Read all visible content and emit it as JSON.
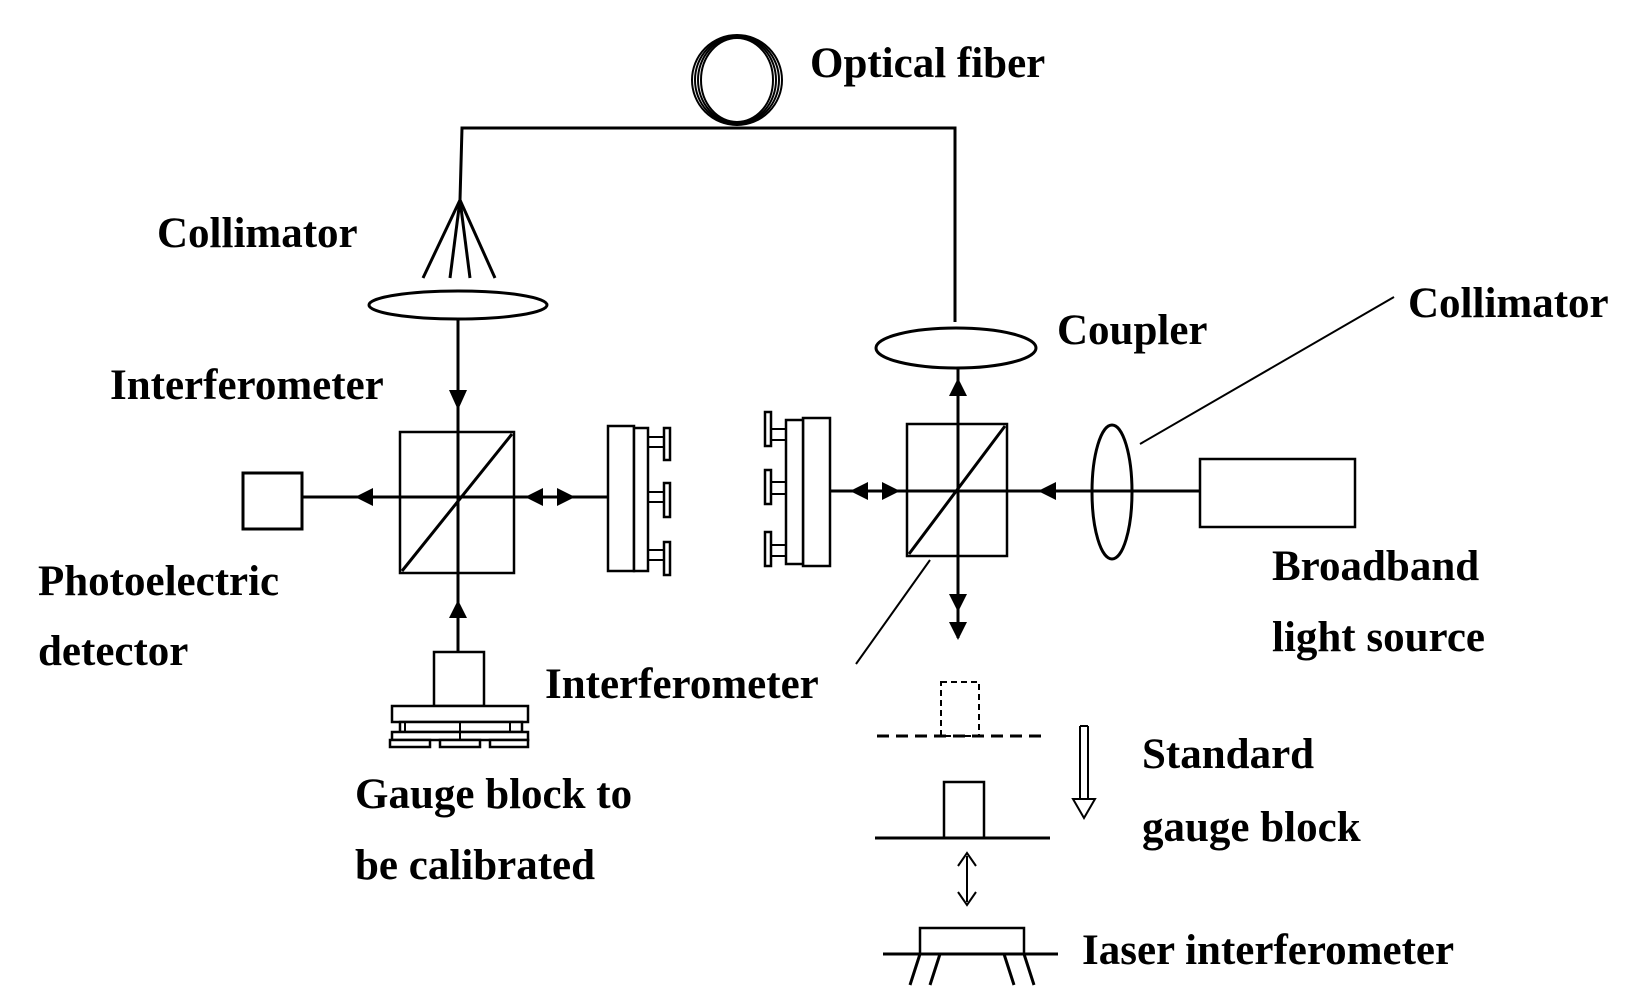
{
  "labels": {
    "optical_fiber": "Optical fiber",
    "collimator_left": "Collimator",
    "interferometer_left": "Interferometer",
    "photoelectric_line1": "Photoelectric",
    "photoelectric_line2": "detector",
    "gauge_block_line1": "Gauge block to",
    "gauge_block_line2": "be calibrated",
    "coupler": "Coupler",
    "collimator_right": "Collimator",
    "broadband_line1": "Broadband",
    "broadband_line2": "light source",
    "interferometer_right": "Interferometer",
    "standard_line1": "Standard",
    "standard_line2": "gauge block",
    "laser_interferometer": "Iaser interferometer"
  }
}
